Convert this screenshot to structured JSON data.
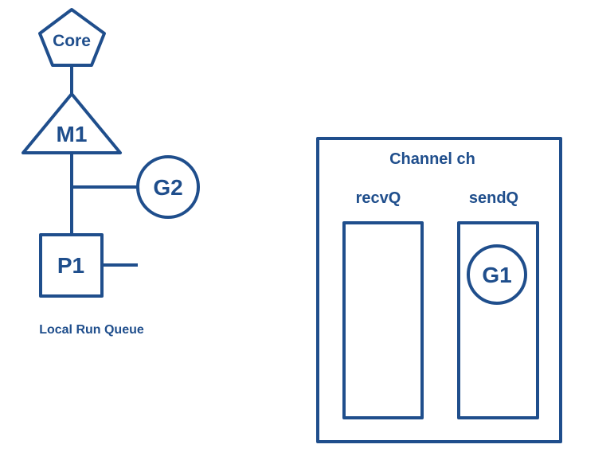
{
  "colors": {
    "stroke": "#1f4e8c",
    "text": "#1f4e8c",
    "background": "#ffffff"
  },
  "nodes": {
    "core": "Core",
    "m1": "M1",
    "g2": "G2",
    "p1": "P1",
    "g1": "G1"
  },
  "labels": {
    "local_run_queue": "Local Run Queue"
  },
  "channel": {
    "title": "Channel ch",
    "recv_queue": "recvQ",
    "send_queue": "sendQ"
  }
}
